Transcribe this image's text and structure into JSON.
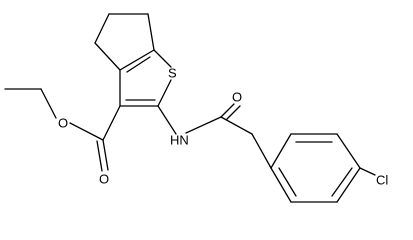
{
  "molecule": {
    "atoms": {
      "sulfur": "S",
      "nh": "HN",
      "ketone_oxygen": "O",
      "ester_carbonyl_oxygen": "O",
      "ester_ether_oxygen": "O",
      "chlorine": "Cl"
    }
  }
}
